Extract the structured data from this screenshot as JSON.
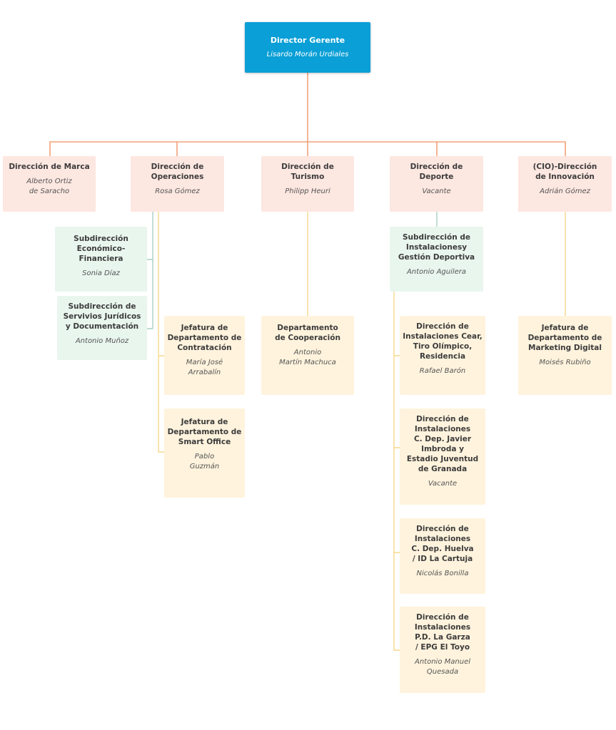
{
  "director": {
    "title": "Director Gerente",
    "person": "Lisardo Morán Urdiales"
  },
  "directions": {
    "marca": {
      "title": "Dirección de Marca",
      "person": "Alberto Ortiz\nde Saracho"
    },
    "operaciones": {
      "title": "Dirección de\nOperaciones",
      "person": "Rosa Gómez"
    },
    "turismo": {
      "title": "Dirección de\nTurismo",
      "person": "Philipp Heuri"
    },
    "deporte": {
      "title": "Dirección de\nDeporte",
      "person": "Vacante"
    },
    "innovacion": {
      "title": "(CIO)-Dirección\nde Innovación",
      "person": "Adrián Gómez"
    }
  },
  "operaciones_units": {
    "economico": {
      "title": "Subdirección\nEconómico-Financiera",
      "person": "Sonia Díaz"
    },
    "juridicos": {
      "title": "Subdirección de\nServivios Jurídicos\ny Documentación",
      "person": "Antonio Muñoz"
    },
    "contratacion": {
      "title": "Jefatura de\nDepartamento de\nContratación",
      "person": "María José\nArrabalín"
    },
    "smart_office": {
      "title": "Jefatura de\nDepartamento de\nSmart Office",
      "person": "Pablo\nGuzmán"
    }
  },
  "turismo_units": {
    "cooperacion": {
      "title": "Departamento\nde Cooperación",
      "person": "Antonio\nMartín Machuca"
    }
  },
  "deporte_units": {
    "instalaciones": {
      "title": "Subdirección de\nInstalacionesy\nGestión Deportiva",
      "person": "Antonio Aguilera"
    },
    "cear": {
      "title": "Dirección de\nInstalaciones Cear,\nTiro Olímpico,\nResidencia",
      "person": "Rafael Barón"
    },
    "imbroda": {
      "title": "Dirección de\nInstalaciones\nC. Dep. Javier\nImbroda y\nEstadio Juventud\nde Granada",
      "person": "Vacante"
    },
    "huelva": {
      "title": "Dirección de\nInstalaciones\nC. Dep. Huelva\n/ ID La Cartuja",
      "person": "Nicolás Bonilla"
    },
    "garza": {
      "title": "Dirección de\nInstalaciones\nP.D. La Garza\n/ EPG El Toyo",
      "person": "Antonio Manuel\nQuesada"
    }
  },
  "innovacion_units": {
    "marketing": {
      "title": "Jefatura de\nDepartamento de\nMarketing Digital",
      "person": "Moisés Rubiño"
    }
  },
  "colors": {
    "root": "#0a9fd6",
    "direction": "#fde7e1",
    "subdirection": "#e9f6ee",
    "department": "#fff3dd",
    "connector_orange": "#f2a27a",
    "connector_yellow": "#f5d98c",
    "connector_teal": "#a9cfc5"
  }
}
